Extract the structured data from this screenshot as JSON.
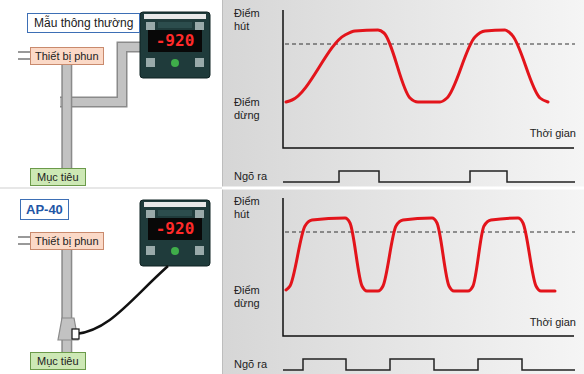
{
  "diagram": {
    "nodes": [
      {
        "text": [
          "Mẫu thông thường"
        ]
      },
      {
        "text": [
          "Thiết bị phun"
        ]
      },
      {
        "text": [
          "Mục tiêu"
        ]
      },
      {
        "text": [
          "AP-40"
        ]
      },
      {
        "text": [
          "Thiết bị phun"
        ]
      },
      {
        "text": [
          "Mục tiêu"
        ]
      }
    ],
    "edges": [
      {
        "from": 1,
        "to": 2,
        "arrow": "none"
      },
      {
        "from": 4,
        "to": 5,
        "arrow": "none"
      }
    ],
    "labels": [
      "-920",
      "Điểm hút",
      "Điểm dừng",
      "Thời gian",
      "Ngõ ra",
      "-920",
      "Điểm hút",
      "Điểm dừng",
      "Thời gian",
      "Ngõ ra"
    ]
  }
}
